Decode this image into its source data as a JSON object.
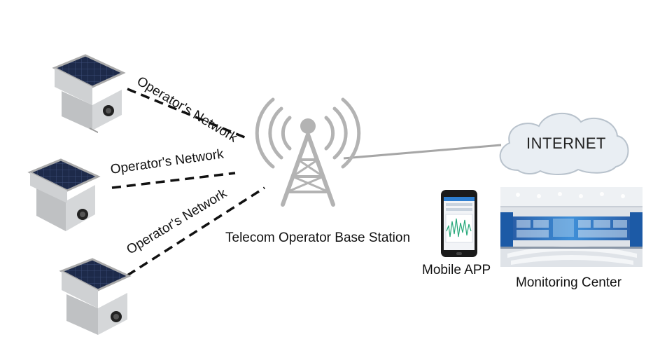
{
  "labels": {
    "network_1": "Operator's Network",
    "network_2": "Operator's Network",
    "network_3": "Operator's Network",
    "base_station": "Telecom Operator Base Station",
    "internet": "INTERNET",
    "mobile_app": "Mobile APP",
    "monitoring_center": "Monitoring Center"
  },
  "colors": {
    "solar_panel": "#1d2a4a",
    "device_body": "#c9cbcd",
    "tower": "#b3b3b3",
    "cloud_fill": "#e9eef3",
    "cloud_stroke": "#b8c2cc",
    "link_line": "#a6a6a6",
    "dashed_line": "#111111",
    "video_wall": "#1f6fbf"
  },
  "icons": {
    "device": "solar-powered-sensor-box-icon",
    "tower": "radio-tower-icon",
    "cloud": "cloud-icon",
    "phone": "smartphone-icon",
    "control_room": "control-room-photo"
  }
}
